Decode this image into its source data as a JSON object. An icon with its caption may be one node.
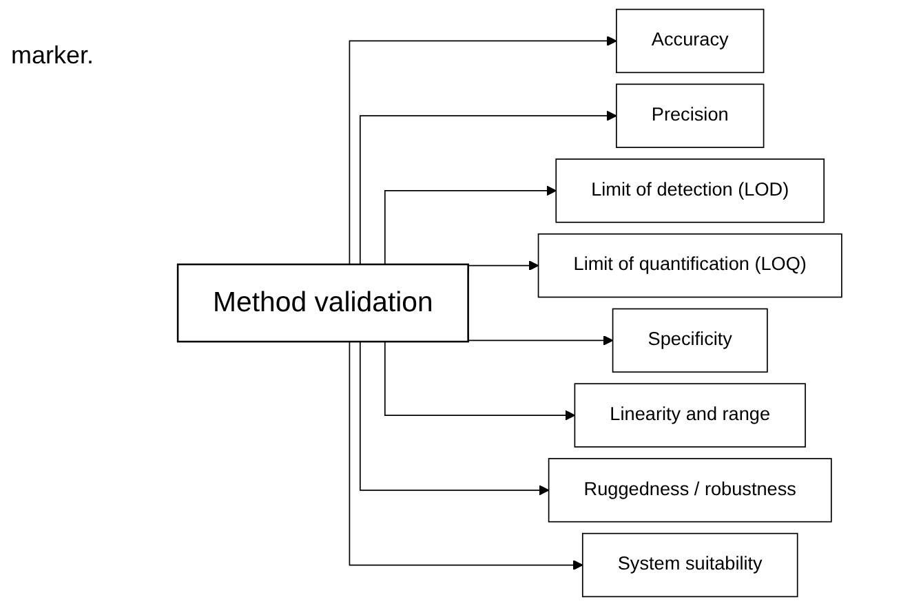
{
  "diagram": {
    "nodes": [
      {
        "text": [
          "Method validation"
        ]
      },
      {
        "text": [
          "Accuracy"
        ]
      },
      {
        "text": [
          "Precision"
        ]
      },
      {
        "text": [
          "Limit of detection (LOD)"
        ]
      },
      {
        "text": [
          "Limit of quantification (LOQ)"
        ]
      },
      {
        "text": [
          "Specificity"
        ]
      },
      {
        "text": [
          "Linearity and range"
        ]
      },
      {
        "text": [
          "Ruggedness / robustness"
        ]
      },
      {
        "text": [
          "System suitability"
        ]
      }
    ],
    "edges": [
      {
        "from": 0,
        "to": 1,
        "arrow": "to"
      },
      {
        "from": 0,
        "to": 2,
        "arrow": "to"
      },
      {
        "from": 0,
        "to": 3,
        "arrow": "to"
      },
      {
        "from": 0,
        "to": 4,
        "arrow": "to"
      },
      {
        "from": 0,
        "to": 5,
        "arrow": "to"
      },
      {
        "from": 0,
        "to": 6,
        "arrow": "to"
      },
      {
        "from": 0,
        "to": 7,
        "arrow": "to"
      },
      {
        "from": 0,
        "to": 8,
        "arrow": "to"
      }
    ],
    "labels": [
      "marker."
    ]
  }
}
